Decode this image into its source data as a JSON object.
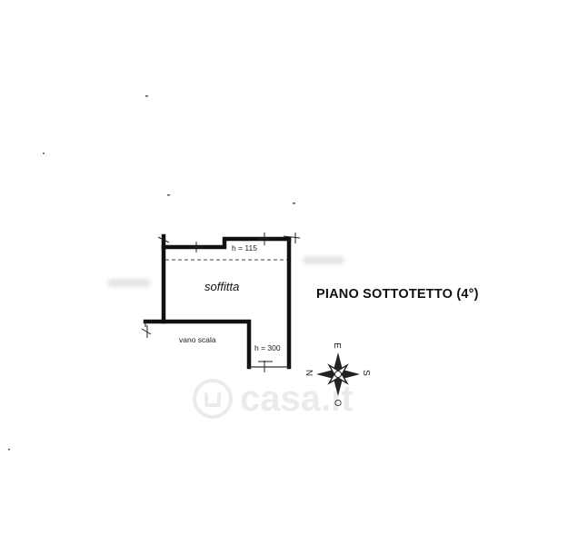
{
  "plan": {
    "title": "PIANO SOTTOTETTO (4°)",
    "rooms": {
      "attic_label": "soffitta",
      "stair_label": "vano scala"
    },
    "heights": {
      "attic_height": "h = 115",
      "stair_height": "h = 300"
    },
    "compass": {
      "north": "N",
      "south": "S",
      "east": "E",
      "west": "O"
    }
  },
  "watermark": {
    "brand": "casa.it"
  },
  "colors": {
    "wall": "#111111",
    "line": "#333333",
    "smudge": "#d9d9d9",
    "background": "#ffffff"
  }
}
